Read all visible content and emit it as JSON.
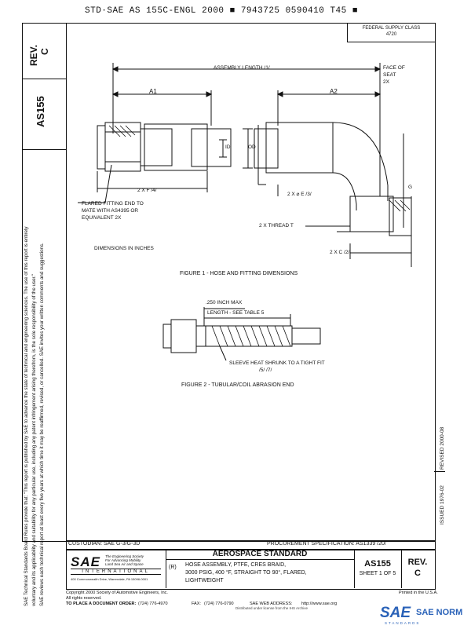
{
  "header": {
    "line": "STD·SAE AS 155C-ENGL 2000 ■ 7943725 0590410 T45 ■"
  },
  "federal_supply": {
    "line1": "FEDERAL SUPPLY CLASS",
    "line2": "4720"
  },
  "sidebar": {
    "rev_label": "REV.",
    "rev_value": "C",
    "doc_number": "AS155"
  },
  "disclaimer": {
    "line1": "SAE Technical Standards Board Rules provide that: \"This report is published by SAE to advance the state of technical and engineering sciences. The use of this report is entirely",
    "line2": "voluntary and its applicability and suitability for any particular use, including any patent infringement arising therefrom, is the sole responsibility of the user.\"",
    "line3": "SAE reviews each technical report at least every five years at which time it may be reaffirmed, revised, or cancelled. SAE invites your written comments and suggestions."
  },
  "figure1": {
    "assembly_length": "ASSEMBLY LENGTH /1/",
    "face_of_seat": "FACE OF",
    "face_of_seat2": "SEAT",
    "face_of_seat3": "2X",
    "a1": "A1",
    "a2": "A2",
    "id": "ID",
    "od": "OD",
    "g": "G",
    "f": "2 X F /4/",
    "e": "2 X ⌀ E /3/",
    "flared1": "FLARED FITTING END TO",
    "flared2": "MATE WITH AS4395 OR",
    "flared3": "EQUIVALENT 2X",
    "thread": "2 X THREAD T",
    "c": "2 X C /2/",
    "dims": "DIMENSIONS IN INCHES",
    "caption": "FIGURE 1 - HOSE AND FITTING DIMENSIONS"
  },
  "figure2": {
    "max": ".250 INCH MAX",
    "length": "LENGTH - SEE TABLE 5",
    "sleeve": "SLEEVE HEAT SHRUNK TO A TIGHT FIT",
    "sleeve_notes": "/5/  /7/",
    "caption": "FIGURE 2 - TUBULAR/COIL ABRASION END"
  },
  "dates": {
    "revised": "REVISED 2000-08",
    "issued": "ISSUED 1976-02"
  },
  "title_block": {
    "custodian": "CUSTODIAN: SAE G-3/G-3D",
    "procurement": "PROCUREMENT SPECIFICATION: AS1339 /20/",
    "category": "AEROSPACE STANDARD",
    "r_mark": "(R)",
    "title1": "HOSE ASSEMBLY, PTFE, CRES BRAID,",
    "title2": "3000 PSIG, 400 °F, STRAIGHT TO 90°, FLARED,",
    "title3": "LIGHTWEIGHT",
    "doc_number": "AS155",
    "sheet": "SHEET 1 OF 5",
    "rev_label": "REV.",
    "rev_value": "C"
  },
  "sae_logo": {
    "letters": "SAE",
    "tag1": "The Engineering Society",
    "tag2": "For Advancing Mobility",
    "tag3": "Land Sea Air and Space",
    "intl": "INTERNATIONAL",
    "address": "400 Commonwealth Drive, Warrendale, PA 15096-0001"
  },
  "footer": {
    "copyright": "Copyright 2000 Society of Automotive Engineers, Inc.",
    "rights": "All rights reserved.",
    "printed": "Printed in the U.S.A.",
    "order_label": "TO PLACE A DOCUMENT ORDER:",
    "order_phone": "(724) 776-4970",
    "fax_label": "FAX:",
    "fax": "(724) 776-0790",
    "web_label": "SAE WEB ADDRESS:",
    "web": "http://www.sae.org",
    "line2": "Distributed under license from the IHS Archive"
  },
  "watermark": {
    "text": "SAE NORM",
    "sub": "STANDARDS"
  }
}
